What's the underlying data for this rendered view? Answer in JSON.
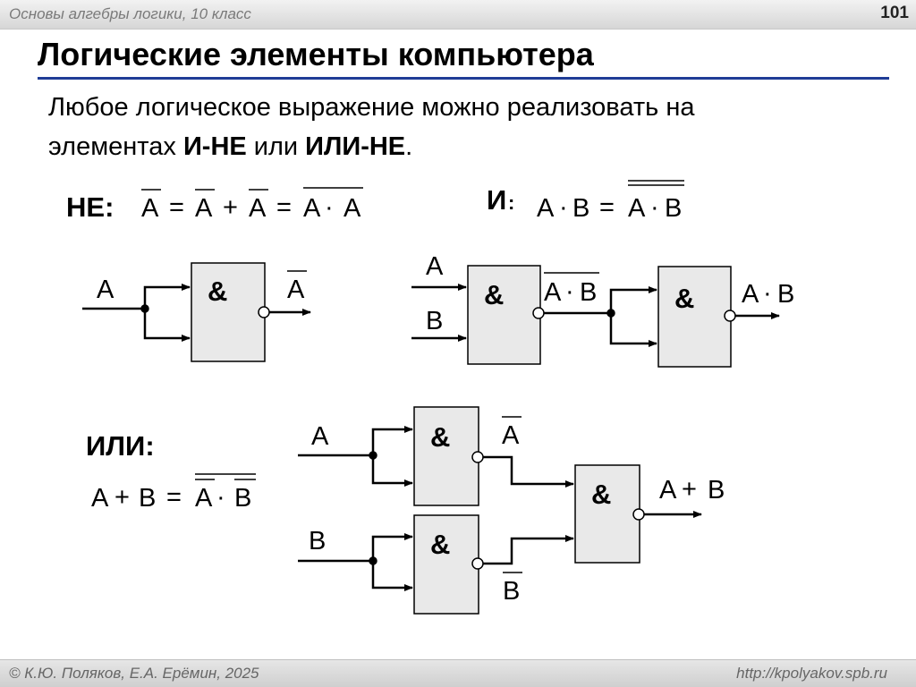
{
  "header": {
    "course": "Основы алгебры логики, 10 класс",
    "slide_number": "101"
  },
  "title": "Логические элементы компьютера",
  "intro": {
    "line1": "Любое логическое выражение можно реализовать на",
    "line2_prefix": "элементах ",
    "and_not": "И-НЕ",
    "line2_mid": " или ",
    "or_not": "ИЛИ-НЕ",
    "line2_end": "."
  },
  "not_section": {
    "label": "НЕ:",
    "f1": "A",
    "f_eq1": "=",
    "f2": "A",
    "f_plus": "+",
    "f3": "A",
    "f_eq2": "=",
    "f4": "A",
    "f_dot": "·",
    "f5": "A",
    "gate_symbol": "&",
    "input": "A",
    "output": "A"
  },
  "and_section": {
    "label": "И",
    "colon": ":",
    "f1": "A",
    "f_dot1": "·",
    "f2": "B",
    "f_eq": "=",
    "f3": "A",
    "f_dot2": "·",
    "f4": "B",
    "gate1_symbol": "&",
    "gate2_symbol": "&",
    "input_a": "A",
    "input_b": "B",
    "mid_a": "A",
    "mid_dot": "·",
    "mid_b": "B",
    "out_a": "A",
    "out_dot": "·",
    "out_b": "B"
  },
  "or_section": {
    "label": "ИЛИ:",
    "f1": "A",
    "f_plus": "+",
    "f2": "B",
    "f_eq": "=",
    "f3": "A",
    "f_dot": "·",
    "f4": "B",
    "gate1_symbol": "&",
    "gate2_symbol": "&",
    "gate3_symbol": "&",
    "input_a": "A",
    "input_b": "B",
    "not_a": "A",
    "not_b": "B",
    "out_a": "A",
    "out_plus": "+",
    "out_b": "B"
  },
  "footer": {
    "authors": "© К.Ю. Поляков, Е.А. Ерёмин, 2025",
    "url": "http://kpolyakov.spb.ru"
  },
  "colors": {
    "title_rule": "#1f3c96",
    "gate_fill": "#e9e9e9",
    "header_text": "#7a7a7a"
  }
}
